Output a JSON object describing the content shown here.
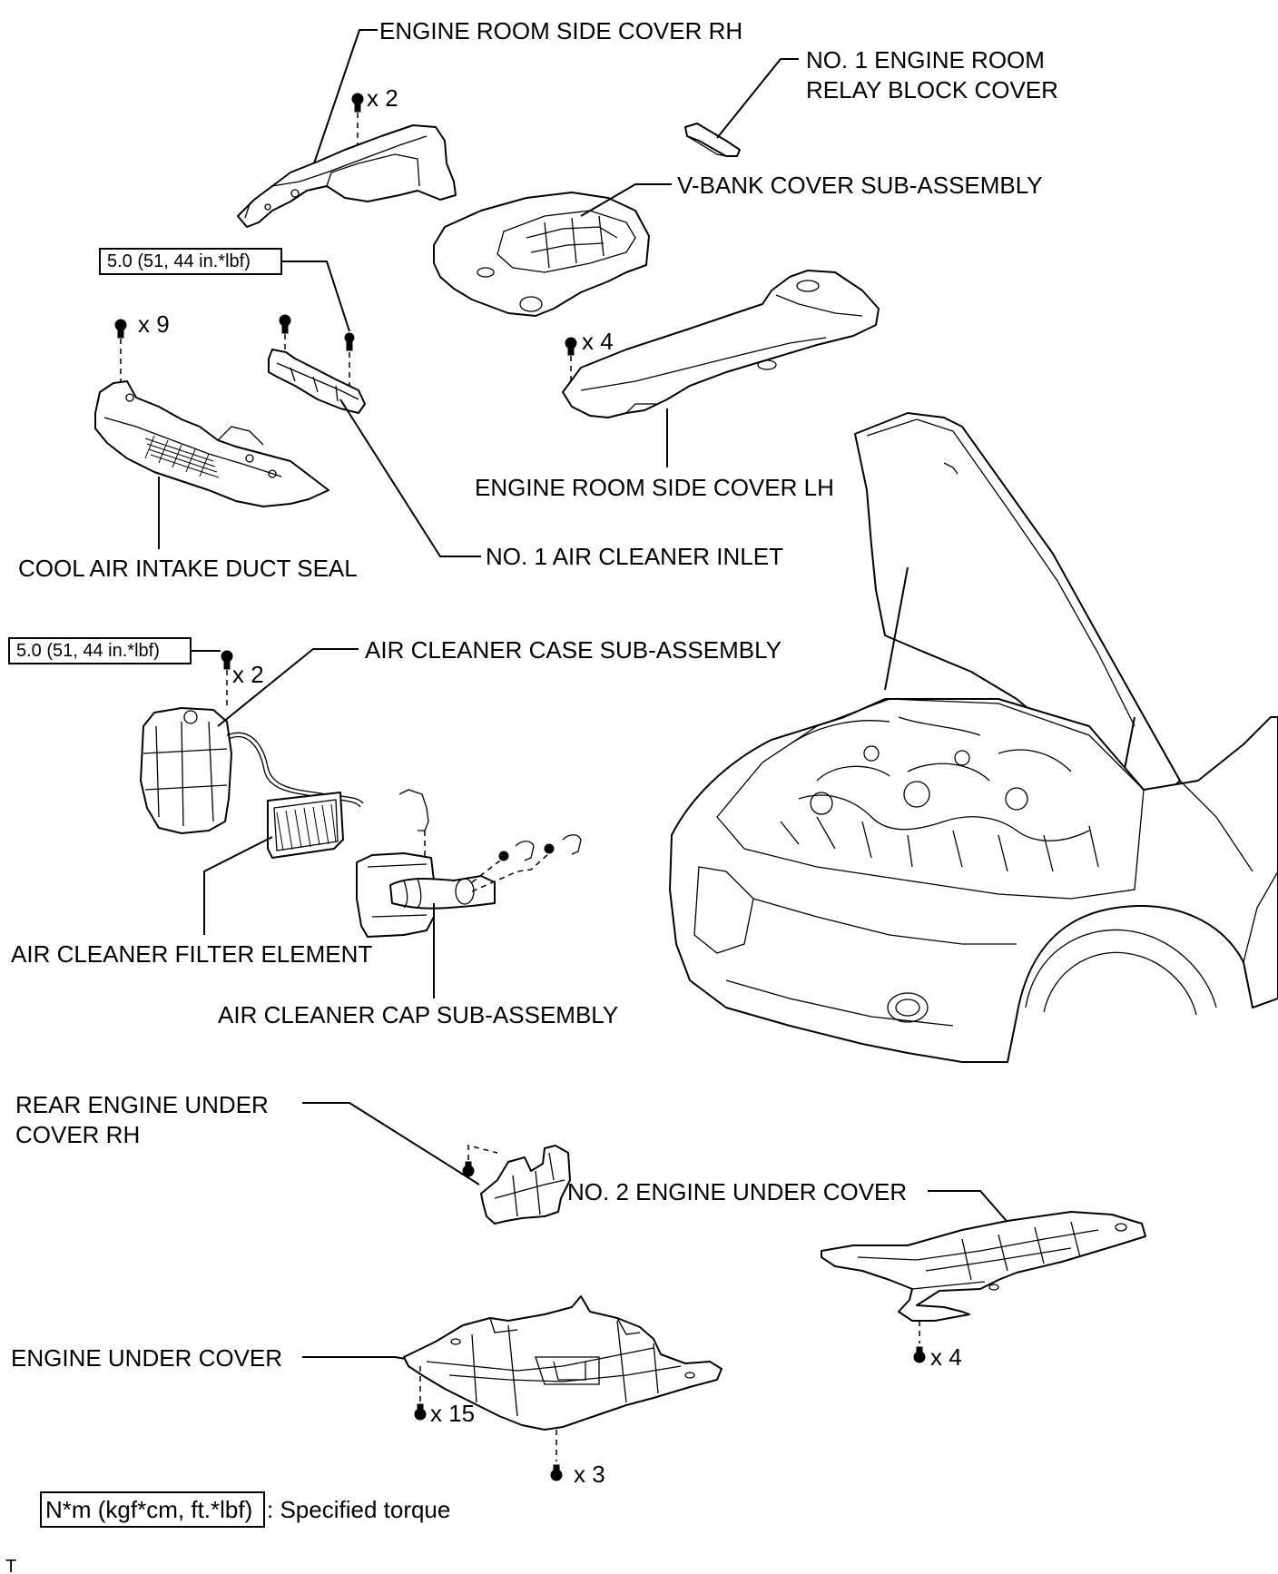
{
  "labels": {
    "engine_room_side_cover_rh": "ENGINE ROOM SIDE COVER RH",
    "relay_block_cover_line1": "NO. 1 ENGINE ROOM",
    "relay_block_cover_line2": "RELAY BLOCK COVER",
    "v_bank_cover": "V-BANK COVER SUB-ASSEMBLY",
    "engine_room_side_cover_lh": "ENGINE ROOM SIDE COVER LH",
    "cool_air_intake_duct_seal": "COOL AIR INTAKE DUCT SEAL",
    "no1_air_cleaner_inlet": "NO. 1 AIR CLEANER INLET",
    "air_cleaner_case": "AIR CLEANER CASE SUB-ASSEMBLY",
    "air_cleaner_filter_element": "AIR CLEANER FILTER ELEMENT",
    "air_cleaner_cap": "AIR CLEANER CAP SUB-ASSEMBLY",
    "rear_engine_under_cover_line1": "REAR ENGINE UNDER",
    "rear_engine_under_cover_line2": "COVER RH",
    "no2_engine_under_cover": "NO. 2 ENGINE UNDER COVER",
    "engine_under_cover": "ENGINE UNDER COVER"
  },
  "quantities": {
    "side_cover_rh_bolts": "x 2",
    "duct_seal_clips": "x 9",
    "side_cover_lh_clips": "x 4",
    "air_cleaner_case_bolts": "x 2",
    "no2_under_cover_bolts": "x 4",
    "engine_under_cover_bolts": "x 15",
    "engine_under_cover_front_bolts": "x 3"
  },
  "torques": {
    "air_cleaner_inlet_bolt": "5.0 (51, 44 in.*lbf)",
    "air_cleaner_case_bolt": "5.0 (51, 44 in.*lbf)"
  },
  "legend": {
    "units": "N*m (kgf*cm, ft.*lbf)",
    "description": ": Specified torque"
  },
  "footer_ref": "T"
}
